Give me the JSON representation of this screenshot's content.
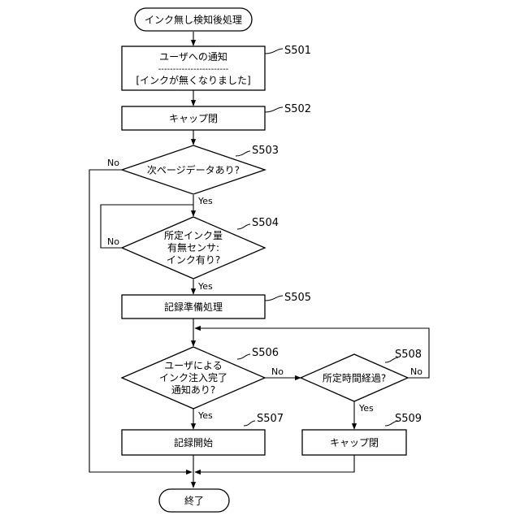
{
  "nodes": {
    "start": {
      "lines": [
        "インク無し検知後処理"
      ]
    },
    "s501": {
      "lines": [
        "ユーザへの通知",
        "------------------------",
        "[インクが無くなりました]"
      ],
      "step": "S501"
    },
    "s502": {
      "lines": [
        "キャップ閉"
      ],
      "step": "S502"
    },
    "s503": {
      "lines": [
        "次ページデータあり?"
      ],
      "step": "S503"
    },
    "s504": {
      "lines": [
        "所定インク量",
        "有無センサ:",
        "インク有り?"
      ],
      "step": "S504"
    },
    "s505": {
      "lines": [
        "記録準備処理"
      ],
      "step": "S505"
    },
    "s506": {
      "lines": [
        "ユーザによる",
        "インク注入完了",
        "通知あり?"
      ],
      "step": "S506"
    },
    "s507": {
      "lines": [
        "記録開始"
      ],
      "step": "S507"
    },
    "s508": {
      "lines": [
        "所定時間経過?"
      ],
      "step": "S508"
    },
    "s509": {
      "lines": [
        "キャップ閉"
      ],
      "step": "S509"
    },
    "end": {
      "lines": [
        "終了"
      ]
    }
  },
  "branches": {
    "s503_no": "No",
    "s503_yes": "Yes",
    "s504_no": "No",
    "s504_yes": "Yes",
    "s506_no": "No",
    "s506_yes": "Yes",
    "s508_no": "No",
    "s508_yes": "Yes"
  }
}
